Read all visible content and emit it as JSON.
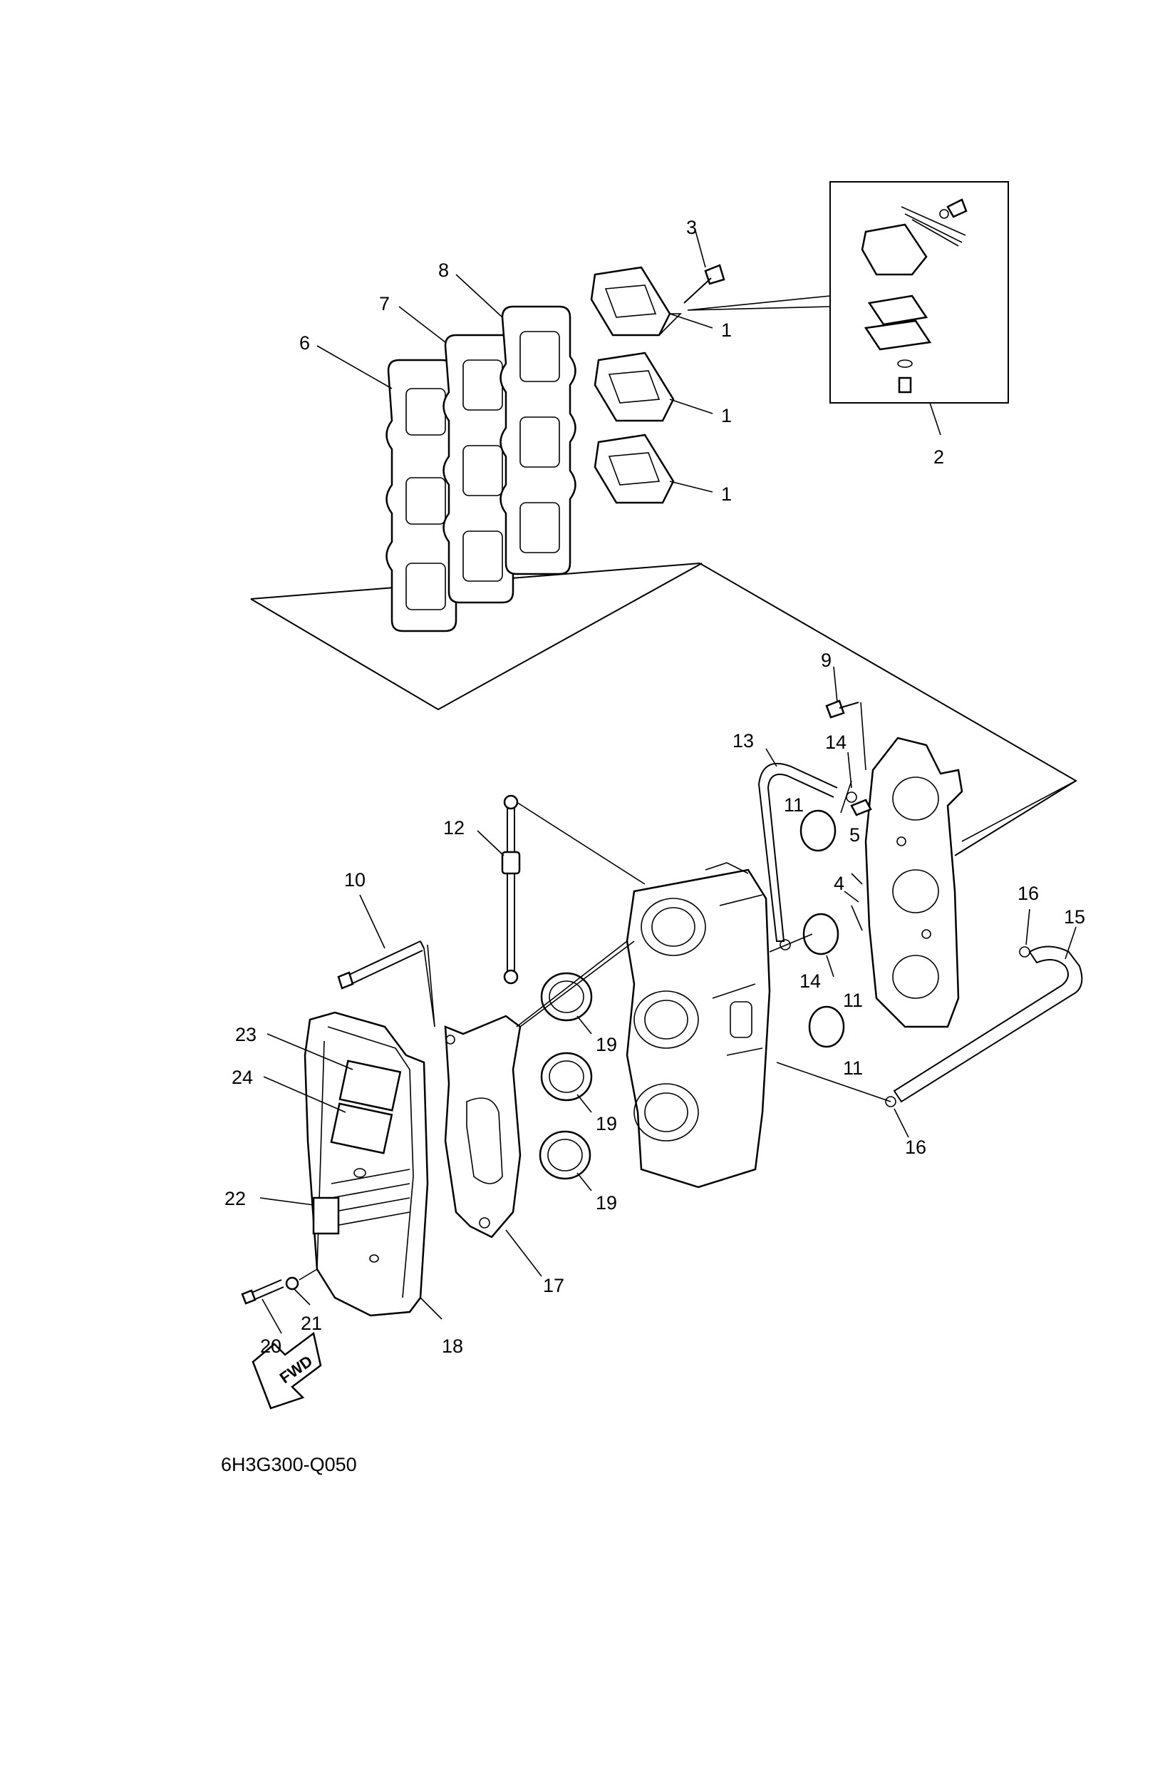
{
  "diagram_code": "6H3G300-Q050",
  "fwd_label": "FWD",
  "callouts": {
    "c1a": "1",
    "c1b": "1",
    "c1c": "1",
    "c2": "2",
    "c3": "3",
    "c4": "4",
    "c5": "5",
    "c6": "6",
    "c7": "7",
    "c8": "8",
    "c9": "9",
    "c10": "10",
    "c11a": "11",
    "c11b": "11",
    "c11c": "11",
    "c12": "12",
    "c13": "13",
    "c14a": "14",
    "c14b": "14",
    "c15": "15",
    "c16a": "16",
    "c16b": "16",
    "c17": "17",
    "c18": "18",
    "c19a": "19",
    "c19b": "19",
    "c19c": "19",
    "c20": "20",
    "c21": "21",
    "c22": "22",
    "c23": "23",
    "c24": "24"
  }
}
